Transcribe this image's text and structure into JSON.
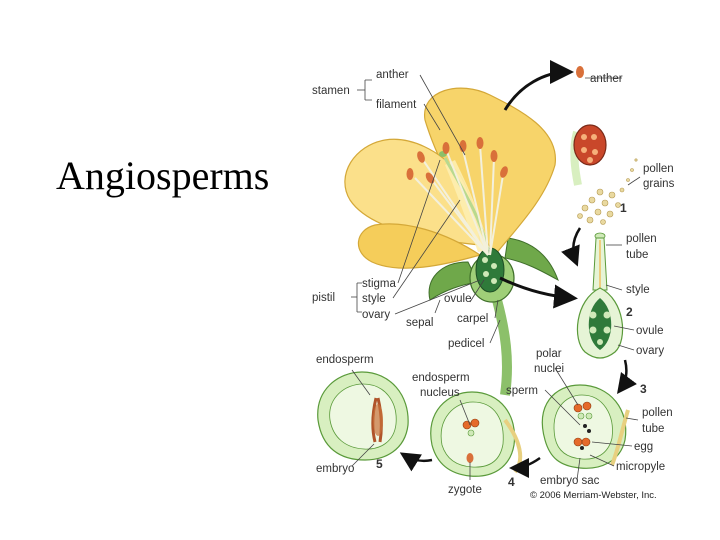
{
  "slide": {
    "title": "Angiosperms"
  },
  "diagram": {
    "labels": {
      "stamen": "stamen",
      "anther": "anther",
      "filament": "filament",
      "anther_detail": "anther",
      "pollen_grains_line1": "pollen",
      "pollen_grains_line2": "grains",
      "pollen_tube_line1": "pollen",
      "pollen_tube_line2": "tube",
      "style_detail": "style",
      "ovule_detail": "ovule",
      "ovary_detail": "ovary",
      "stigma": "stigma",
      "pistil": "pistil",
      "style": "style",
      "ovary": "ovary",
      "ovule": "ovule",
      "sepal": "sepal",
      "carpel": "carpel",
      "pedicel": "pedicel",
      "endosperm": "endosperm",
      "endosperm_nucleus_line1": "endosperm",
      "endosperm_nucleus_line2": "nucleus",
      "polar_nuclei_line1": "polar",
      "polar_nuclei_line2": "nuclei",
      "sperm": "sperm",
      "pollen_tube2_line1": "pollen",
      "pollen_tube2_line2": "tube",
      "egg": "egg",
      "micropyle": "micropyle",
      "embryo_sac": "embryo sac",
      "embryo": "embryo",
      "zygote": "zygote"
    },
    "steps": [
      "1",
      "2",
      "3",
      "4",
      "5"
    ],
    "copyright": "© 2006 Merriam-Webster, Inc.",
    "colors": {
      "petal": "#f7d46a",
      "petal_light": "#fdeeb0",
      "stem": "#8cc06a",
      "ovary_green": "#2f7a3a",
      "anther_orange": "#d9703a",
      "tissue_green": "#cfe9b8",
      "arrow": "#111111"
    }
  }
}
